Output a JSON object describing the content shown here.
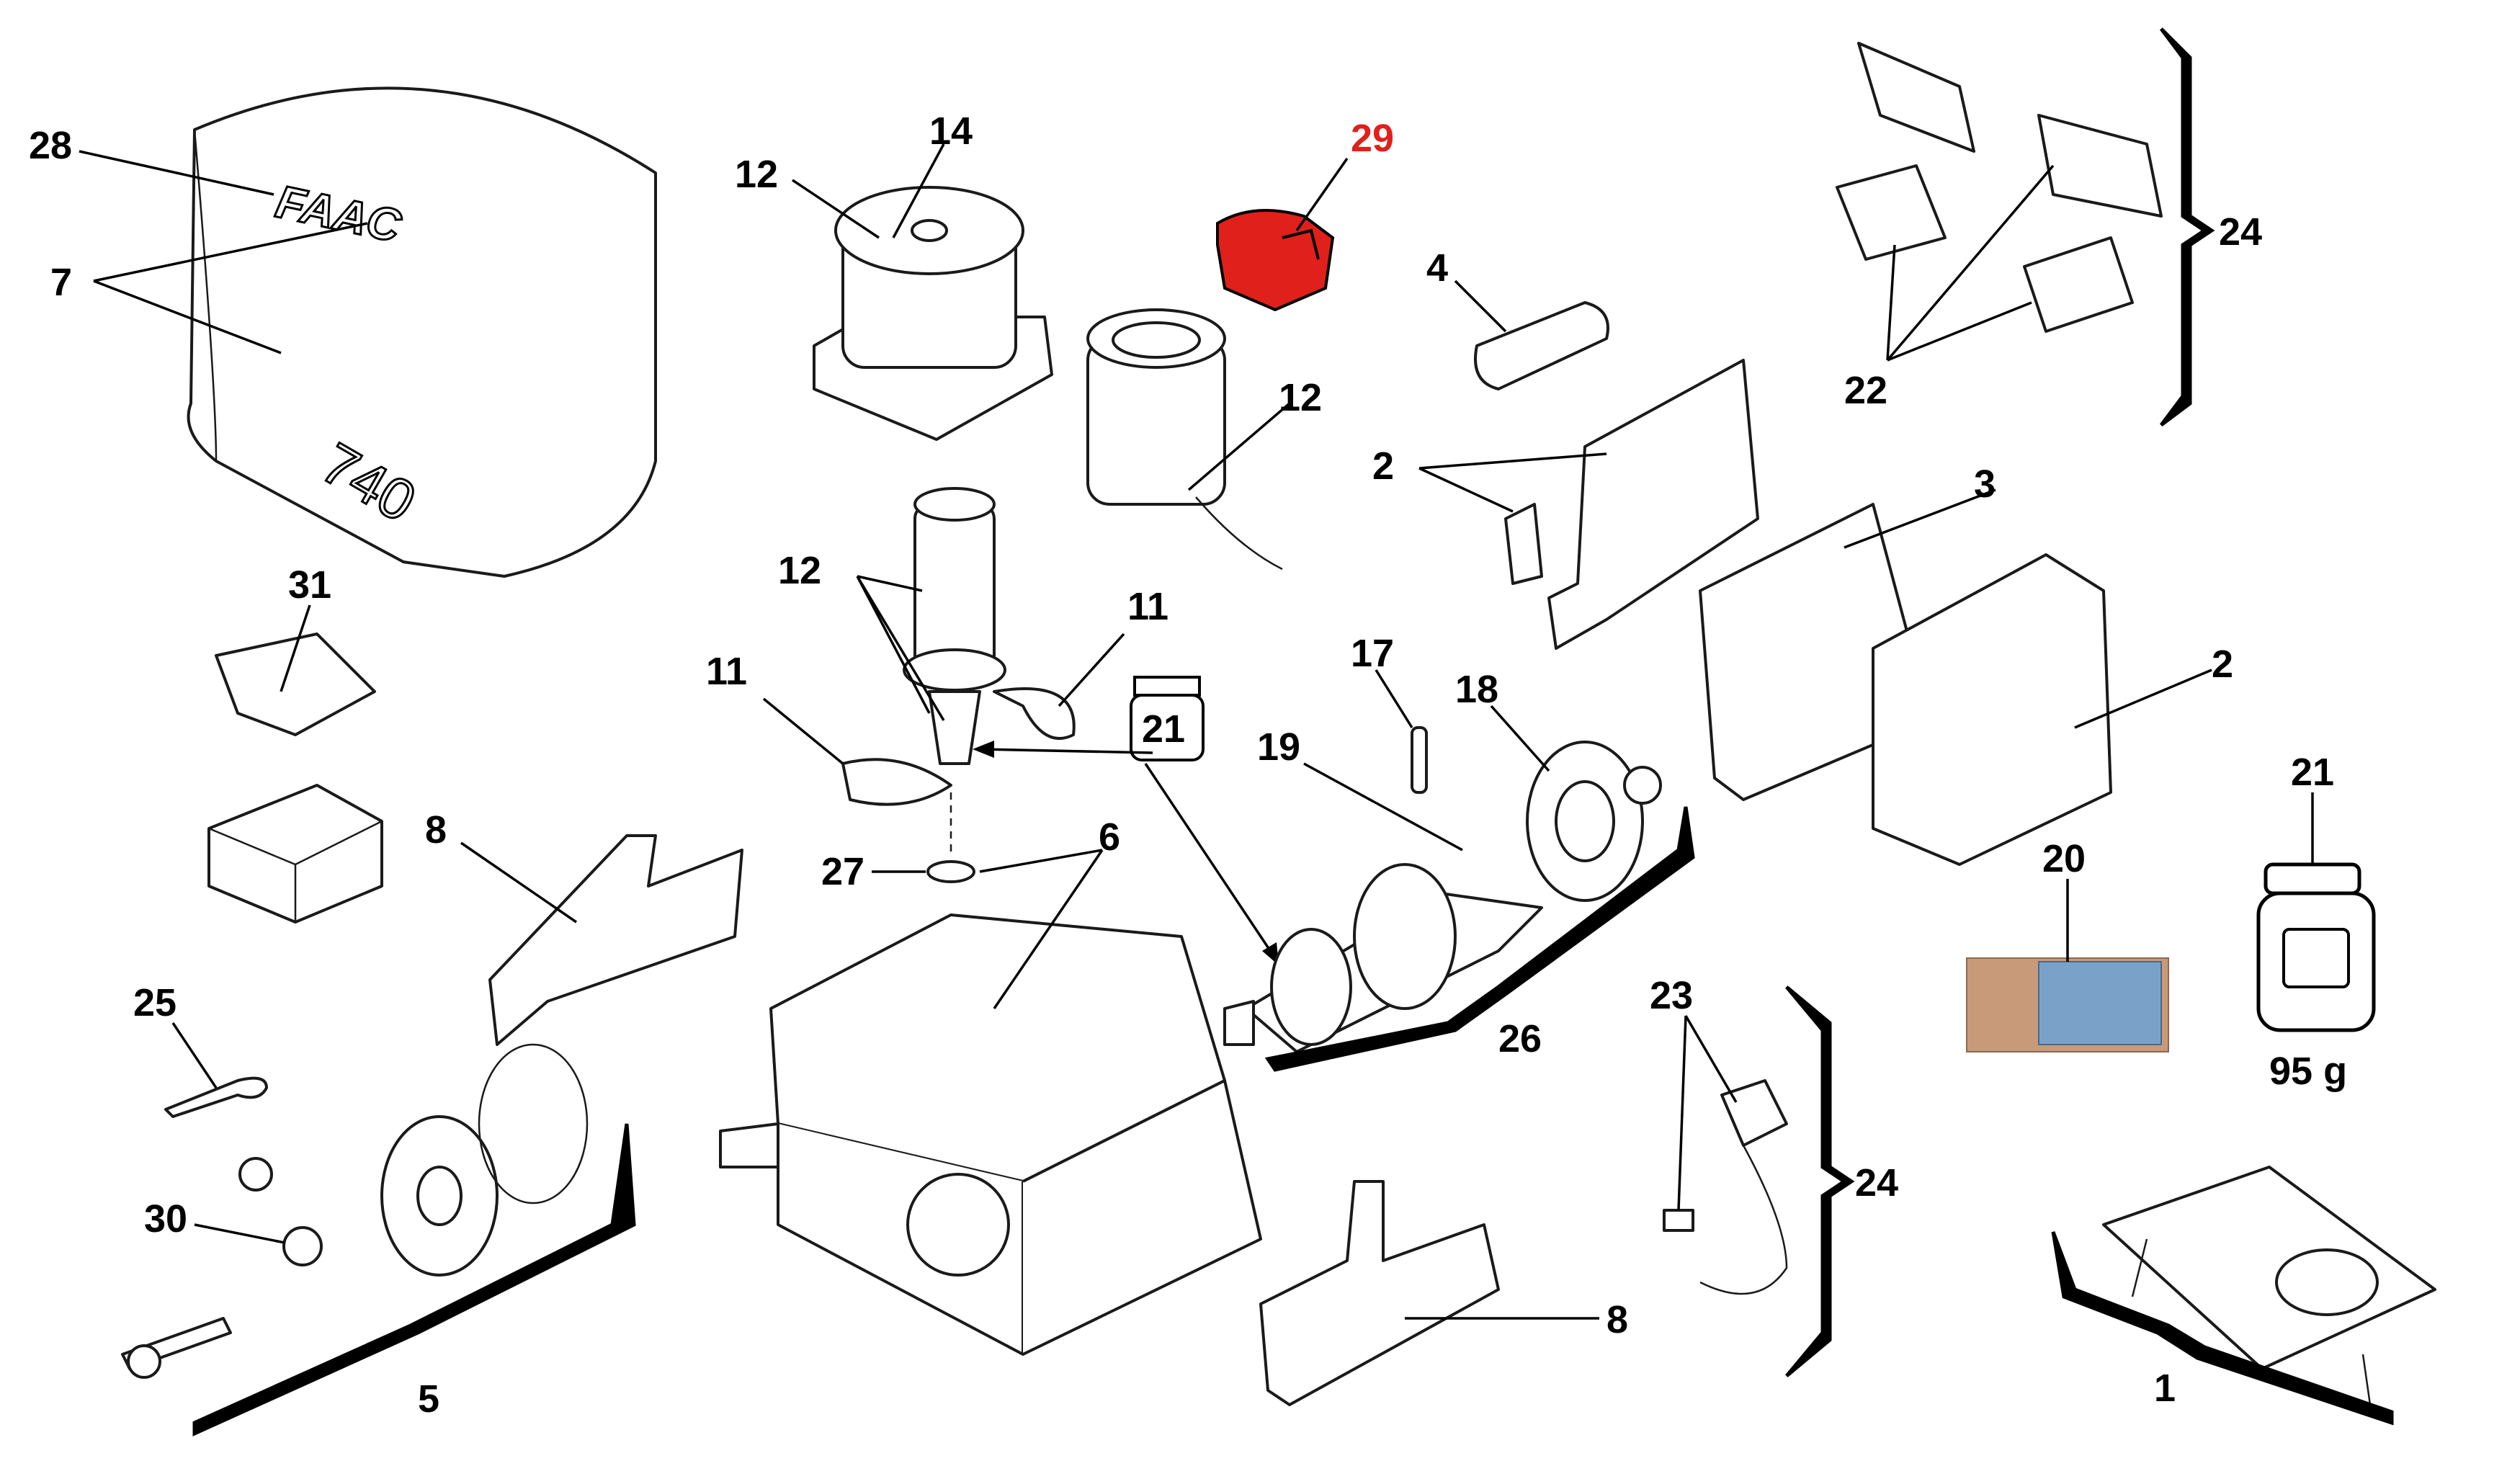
{
  "colors": {
    "highlight": "#e0201b",
    "ink": "#000000",
    "grease": "#7aa2c8",
    "grease_bg": "#c89a7a"
  },
  "labels": {
    "l1": "1",
    "l2a": "2",
    "l2b": "2",
    "l3": "3",
    "l4": "4",
    "l5": "5",
    "l6": "6",
    "l7": "7",
    "l8a": "8",
    "l8b": "8",
    "l11a": "11",
    "l11b": "11",
    "l12a": "12",
    "l12b": "12",
    "l12c": "12",
    "l14": "14",
    "l17": "17",
    "l18": "18",
    "l19": "19",
    "l20": "20",
    "l21a": "21",
    "l21b": "21",
    "l22": "22",
    "l23": "23",
    "l24a": "24",
    "l24b": "24",
    "l25": "25",
    "l26": "26",
    "l27": "27",
    "l28": "28",
    "l29": "29",
    "l30": "30",
    "l31": "31"
  },
  "cover_text": {
    "brand": "FAAC",
    "model": "740"
  },
  "grease_weight": "95 g"
}
